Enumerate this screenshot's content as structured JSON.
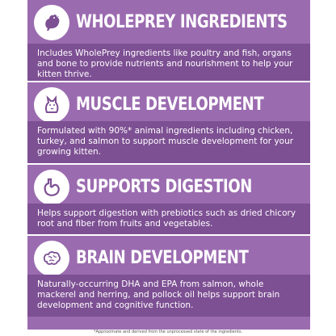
{
  "features": [
    {
      "icon": "chicken-icon",
      "title": "WHOLEPREY INGREDIENTS",
      "description": "Includes WholePrey ingredients like poultry and fish, organs and bone to provide nutrients and nourishment to help your kitten thrive."
    },
    {
      "icon": "cat-muscle-icon",
      "title": "MUSCLE DEVELOPMENT",
      "description": "Formulated with 90%* animal ingredients including chicken, turkey, and salmon to support muscle development for your growing kitten."
    },
    {
      "icon": "stomach-icon",
      "title": "SUPPORTS DIGESTION",
      "description": "Helps support digestion with prebiotics such as dried chicory root and fiber from fruits and vegetables."
    },
    {
      "icon": "brain-icon",
      "title": "BRAIN DEVELOPMENT",
      "description": "Naturally-occurring DHA and EPA from salmon, whole mackerel and herring, and pollock oil helps support brain development and cognitive function."
    }
  ],
  "footnote": "*Approximate and derived from the unprocessed state of the ingredients.",
  "colors": {
    "header_purple": "#9b6bb0",
    "body_purple": "#7d4f93",
    "icon_color": "#7d4f93"
  }
}
